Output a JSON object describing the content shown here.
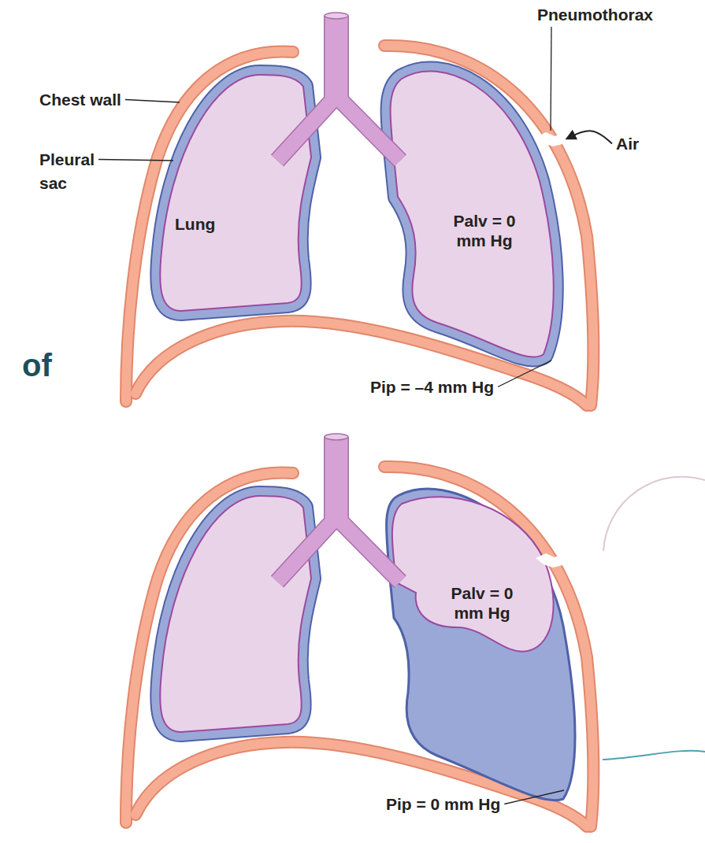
{
  "diagram": {
    "labels": [
      "Chest wall",
      "Pneumothorax",
      "Pleural sac",
      "Air",
      "Lung",
      "Palv = 0 mm Hg",
      "Pip = –4 mm Hg",
      "of",
      "Palv = 0 mm Hg",
      "Pip = 0 mm Hg"
    ]
  }
}
